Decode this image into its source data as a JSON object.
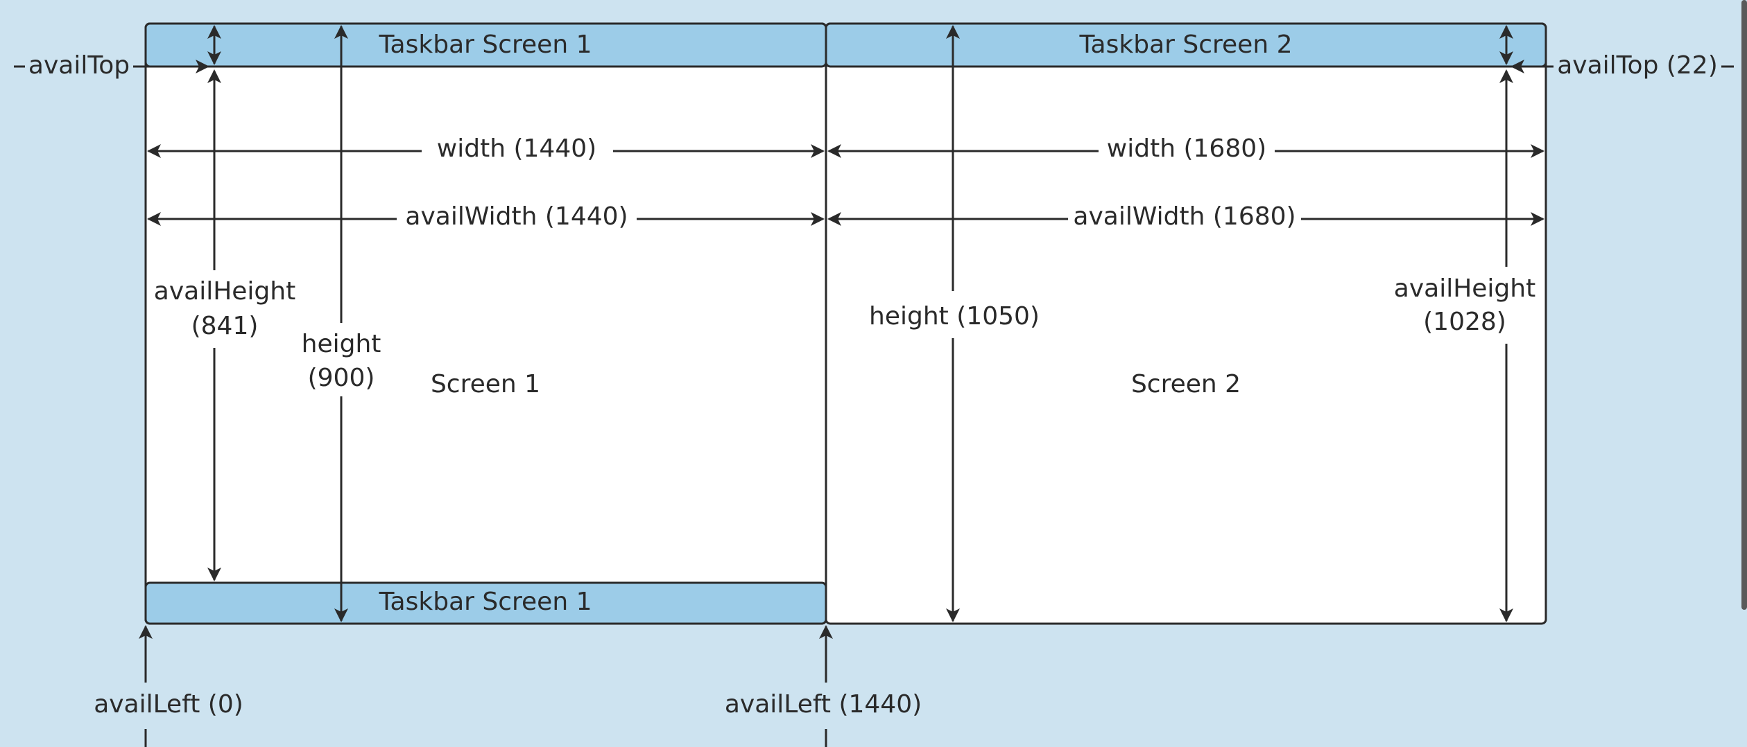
{
  "diagram": {
    "screen1": {
      "label": "Screen 1",
      "taskbar_top": "Taskbar Screen 1",
      "taskbar_bottom": "Taskbar Screen 1",
      "width": "width (1440)",
      "avail_width": "avail​Width (1440)",
      "avail_height_line1": "availHeight",
      "avail_height_line2": "(841)",
      "height_line1": "height",
      "height_line2": "(900)",
      "avail_top": "availTop",
      "avail_left": "availLeft (0)"
    },
    "screen2": {
      "label": "Screen 2",
      "taskbar_top": "Taskbar Screen 2",
      "width": "width (1680)",
      "avail_width": "availWidth (1680)",
      "height": "height (1050)",
      "avail_height_line1": "availHeight",
      "avail_height_line2": "(1028)",
      "avail_top": "availTop (22)",
      "avail_left": "availLeft (1440)"
    },
    "colors": {
      "background": "#cde3f0",
      "taskbar": "#9ccce8",
      "screen": "#ffffff",
      "line": "#2a2a2a"
    }
  }
}
